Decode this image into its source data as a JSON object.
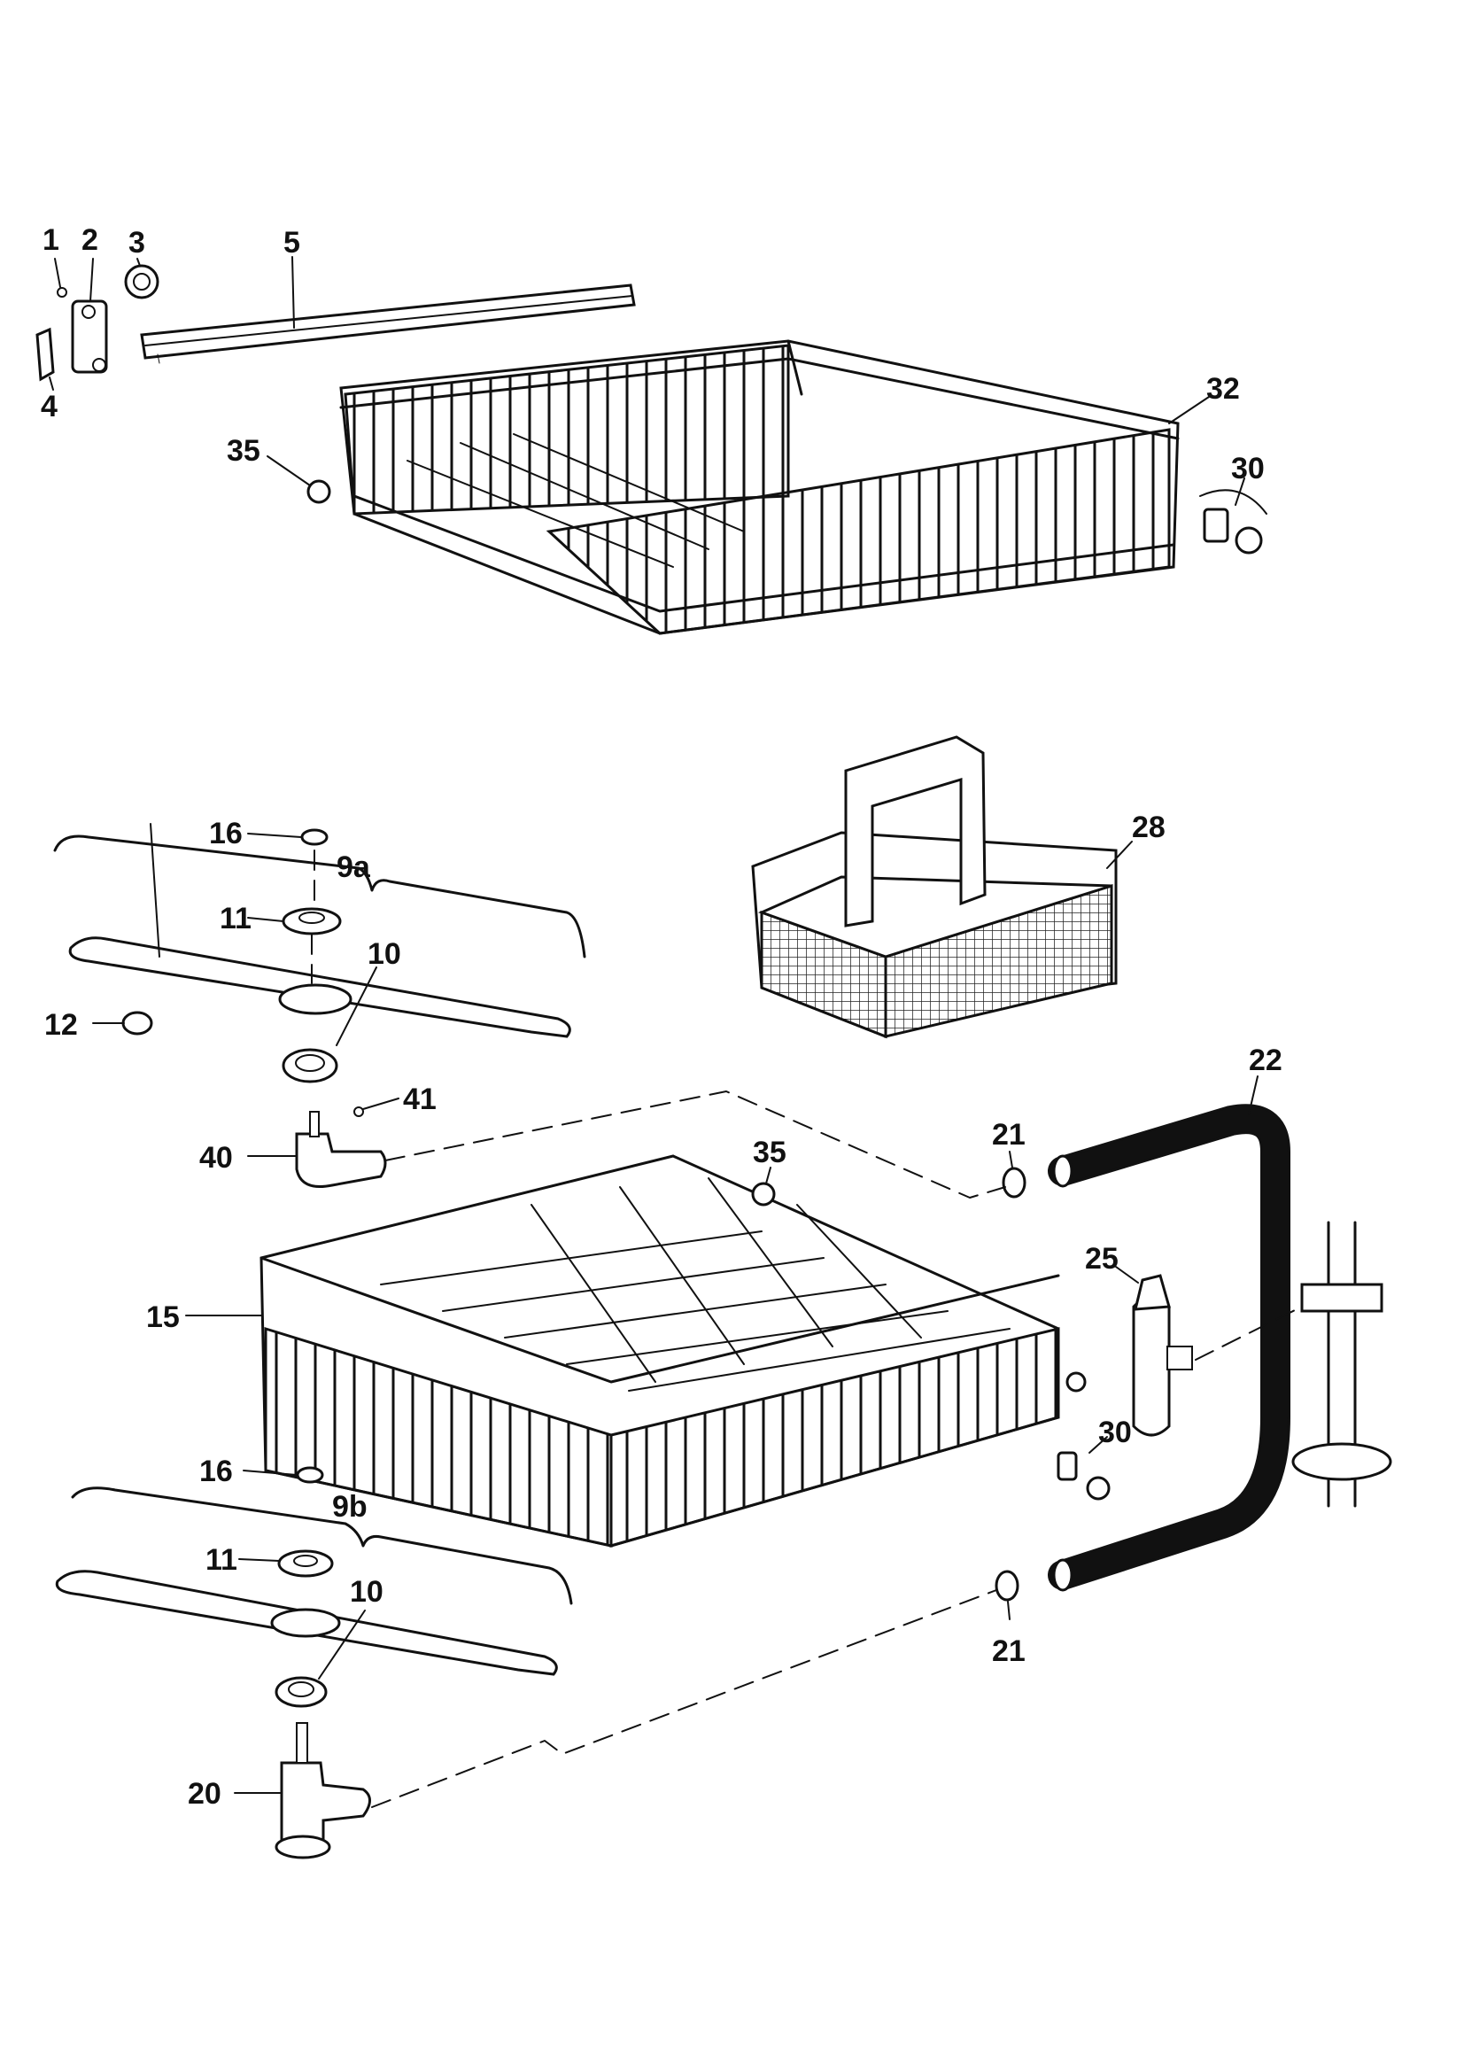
{
  "callouts": {
    "c1": "1",
    "c2": "2",
    "c3": "3",
    "c4": "4",
    "c5": "5",
    "c32": "32",
    "c35_top": "35",
    "c30_top": "30",
    "c16_a": "16",
    "c9a": "9a",
    "c11_a": "11",
    "c10_a": "10",
    "c12": "12",
    "c41": "41",
    "c40": "40",
    "c28": "28",
    "c22": "22",
    "c21_a": "21",
    "c35_mid": "35",
    "c25": "25",
    "c15": "15",
    "c30_mid": "30",
    "c16_b": "16",
    "c9b": "9b",
    "c11_b": "11",
    "c10_b": "10",
    "c21_b": "21",
    "c20": "20"
  }
}
